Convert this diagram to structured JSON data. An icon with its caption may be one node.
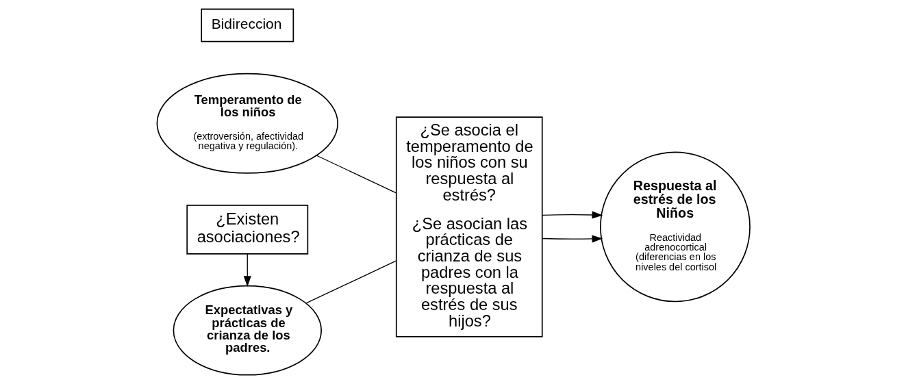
{
  "diagram": {
    "nodes": [
      {
        "text": [
          "Temperamento de los niños",
          "(extroversión, afectividad negativa y regulación)."
        ]
      },
      {
        "text": [
          "Bidireccion"
        ]
      },
      {
        "text": [
          "¿Existen asociaciones?"
        ]
      },
      {
        "text": [
          "Expectativas y prácticas de crianza de los padres."
        ]
      },
      {
        "text": [
          "¿Se asocia el temperamento de los niños con su respuesta al estrés?",
          "¿Se asocian las prácticas de crianza de sus padres con la respuesta al estrés de sus hijos?"
        ]
      },
      {
        "text": [
          "Respuesta al estrés de los Niños",
          "Reactividad adrenocortical (diferencias en los niveles del cortisol"
        ]
      }
    ],
    "edges": [
      {
        "from": 2,
        "to": 3,
        "arrow": "to"
      },
      {
        "from": 0,
        "to": 4,
        "arrow": "none"
      },
      {
        "from": 3,
        "to": 4,
        "arrow": "none"
      },
      {
        "from": 4,
        "to": 5,
        "arrow": "to"
      },
      {
        "from": 4,
        "to": 5,
        "arrow": "to"
      }
    ]
  }
}
